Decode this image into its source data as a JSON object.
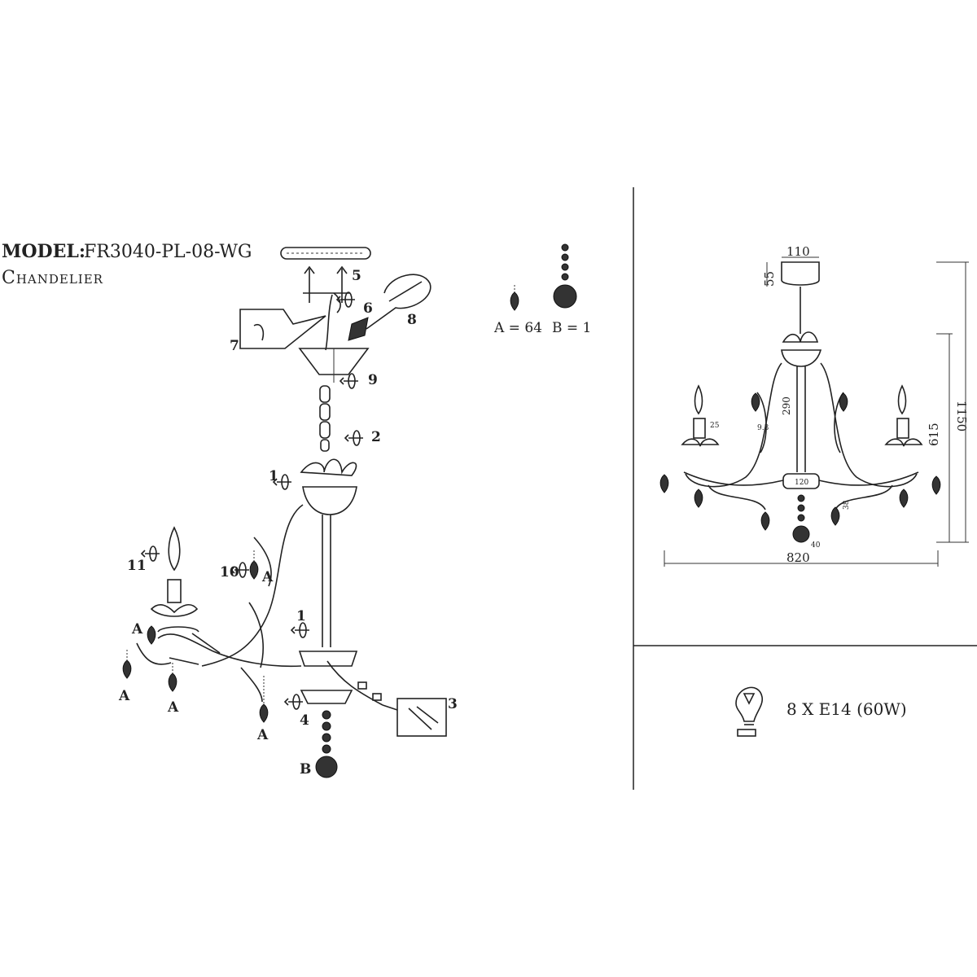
{
  "header": {
    "model_label": "MODEL:",
    "model_code": "FR3040-PL-08-WG",
    "product_type": "Chandelier"
  },
  "legend": {
    "crystal_a": "A = 64",
    "crystal_b": "B = 1"
  },
  "steps": {
    "s1a": "1",
    "s1b": "1",
    "s2": "2",
    "s3": "3",
    "s4": "4",
    "s5": "5",
    "s6": "6",
    "s7": "7",
    "s8": "8",
    "s9": "9",
    "s10": "10",
    "s11": "11"
  },
  "part_labels": {
    "a1": "A",
    "a2": "A",
    "a3": "A",
    "a4": "A",
    "a5": "A",
    "b": "B"
  },
  "dimensions": {
    "canopy_width": "110",
    "canopy_height": "55",
    "total_height": "1150",
    "body_height": "615",
    "width": "820",
    "bobeche": "25",
    "arm_offset": "9.3",
    "center_height": "290",
    "ring": "120",
    "drop_len": "38",
    "ball": "40"
  },
  "bulb_spec": {
    "text": "8 X E14 (60W)",
    "icon": "bulb-icon"
  }
}
